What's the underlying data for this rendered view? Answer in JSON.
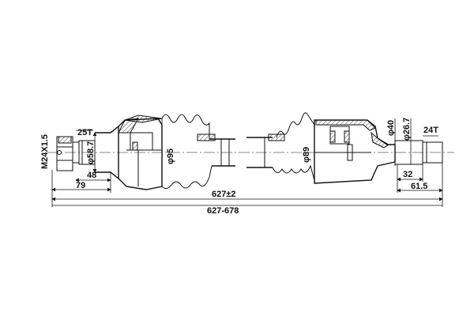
{
  "drawing": {
    "labels": {
      "thread": "M24X1.5",
      "left_spline": "25T",
      "left_dia_shaft": "φ58.7",
      "left_len_48": "48",
      "left_len_79": "79",
      "left_dia_joint": "φ95",
      "nominal_length": "627±2",
      "length_range": "627-678",
      "right_dia_boot": "φ89",
      "right_dia_40": "φ40",
      "right_dia_26": "φ26.7",
      "right_spline": "24T",
      "right_len_32": "32",
      "right_len_61": "61.5"
    }
  }
}
